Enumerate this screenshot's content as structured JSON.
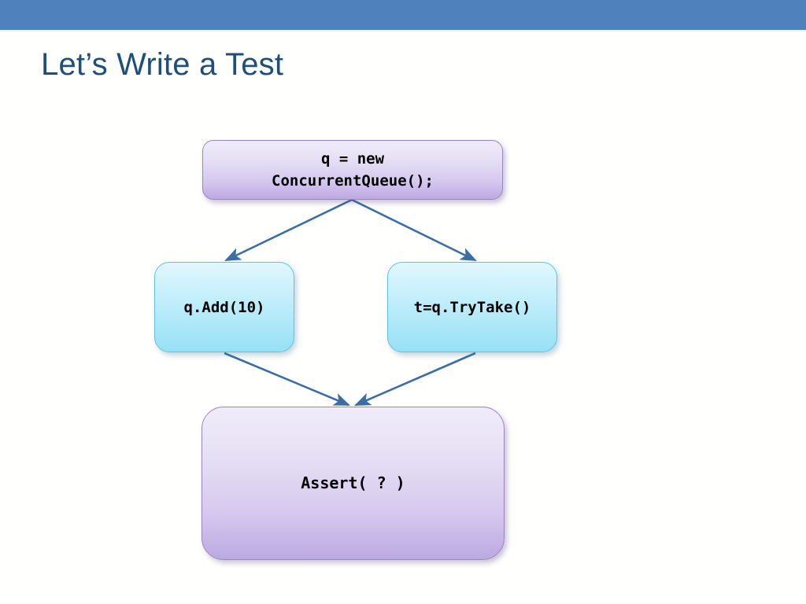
{
  "slide": {
    "title": "Let’s Write a Test",
    "header_color": "#4f81bd",
    "title_color": "#1f4e79",
    "background_color": "#ffffff"
  },
  "diagram": {
    "type": "flowchart",
    "arrow_color": "#3a6ea5",
    "nodes": [
      {
        "id": "init",
        "label": "q = new\nConcurrentQueue();",
        "shape": "rounded-rectangle",
        "fill_style": "purple-gradient",
        "fill_top": "#f0ecfa",
        "fill_bottom": "#bca9e2",
        "border_color": "#9b86c4"
      },
      {
        "id": "add",
        "label": "q.Add(10)",
        "shape": "rounded-rectangle",
        "fill_style": "cyan-gradient",
        "fill_top": "#e2f7fd",
        "fill_bottom": "#97e1f5",
        "border_color": "#5fc4de"
      },
      {
        "id": "trytake",
        "label": "t=q.TryTake()",
        "shape": "rounded-rectangle",
        "fill_style": "cyan-gradient",
        "fill_top": "#e2f7fd",
        "fill_bottom": "#97e1f5",
        "border_color": "#5fc4de"
      },
      {
        "id": "assert",
        "label": "Assert( ? )",
        "shape": "rounded-rectangle",
        "fill_style": "purple-gradient",
        "fill_top": "#f0ecfa",
        "fill_bottom": "#bca9e2",
        "border_color": "#9b86c4"
      }
    ],
    "edges": [
      {
        "from": "init",
        "to": "add"
      },
      {
        "from": "init",
        "to": "trytake"
      },
      {
        "from": "add",
        "to": "assert"
      },
      {
        "from": "trytake",
        "to": "assert"
      }
    ]
  }
}
